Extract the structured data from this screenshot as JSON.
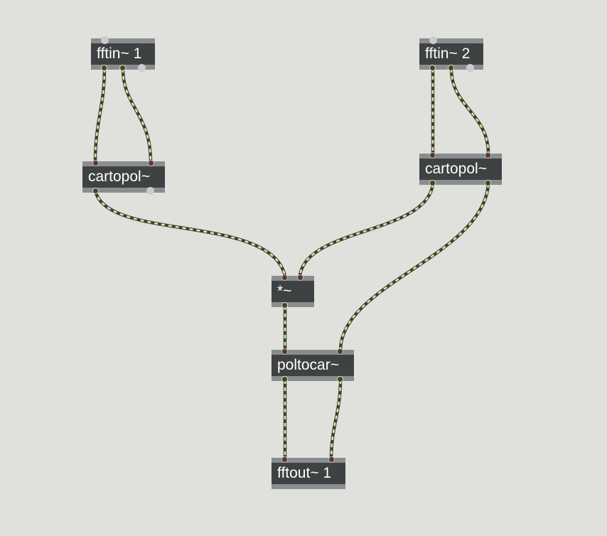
{
  "patcher": {
    "objects": {
      "fftin1": "fftin~ 1",
      "fftin2": "fftin~ 2",
      "cartopol1": "cartopol~",
      "cartopol2": "cartopol~",
      "multiply": "*~",
      "poltocar": "poltocar~",
      "fftout": "fftout~ 1"
    },
    "connections": [
      {
        "from": "fftin1",
        "outlet": 0,
        "to": "cartopol1",
        "inlet": 0
      },
      {
        "from": "fftin1",
        "outlet": 1,
        "to": "cartopol1",
        "inlet": 1
      },
      {
        "from": "fftin2",
        "outlet": 0,
        "to": "cartopol2",
        "inlet": 0
      },
      {
        "from": "fftin2",
        "outlet": 1,
        "to": "cartopol2",
        "inlet": 1
      },
      {
        "from": "cartopol1",
        "outlet": 0,
        "to": "multiply",
        "inlet": 0
      },
      {
        "from": "cartopol2",
        "outlet": 0,
        "to": "multiply",
        "inlet": 1
      },
      {
        "from": "multiply",
        "outlet": 0,
        "to": "poltocar",
        "inlet": 0
      },
      {
        "from": "cartopol2",
        "outlet": 1,
        "to": "poltocar",
        "inlet": 1
      },
      {
        "from": "poltocar",
        "outlet": 0,
        "to": "fftout",
        "inlet": 0
      },
      {
        "from": "poltocar",
        "outlet": 1,
        "to": "fftout",
        "inlet": 1
      }
    ],
    "colors": {
      "background": "#e0e1dc",
      "object_fill": "#3f4243",
      "object_bar": "#8a8d8e",
      "signal_cord": "#d9ec8b",
      "inlet": "#f2a5a5",
      "outlet": "#d8e68a"
    }
  }
}
